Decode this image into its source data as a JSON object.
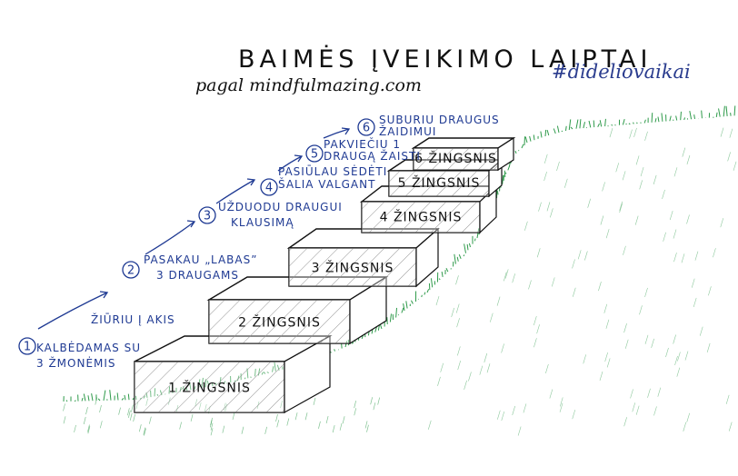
{
  "title": "BAIMĖS ĮVEIKIMO LAIPTAI",
  "subtitle": "pagal mindfulmazing.com",
  "hashtag": "#dideliovaikai",
  "colors": {
    "ink": "#111111",
    "blue_ink": "#1f3a93",
    "grass": "#2e9a4a",
    "hatch": "#555555"
  },
  "steps": [
    {
      "number": "1",
      "label": "1 ŽINGSNIS",
      "note_lines": [
        "ŽIŪRIU Į AKIS",
        "KALBĖDAMAS SU",
        "3 ŽMONĖMIS"
      ]
    },
    {
      "number": "2",
      "label": "2 ŽINGSNIS",
      "note_lines": [
        "PASAKAU „LABAS”",
        "3 DRAUGAMS"
      ]
    },
    {
      "number": "3",
      "label": "3 ŽINGSNIS",
      "note_lines": [
        "UŽDUODU DRAUGUI",
        "KLAUSIMĄ"
      ]
    },
    {
      "number": "4",
      "label": "4 ŽINGSNIS",
      "note_lines": [
        "PASIŪLAU SĖDĖTI",
        "ŠALIA VALGANT"
      ]
    },
    {
      "number": "5",
      "label": "5 ŽINGSNIS",
      "note_lines": [
        "PAKVIEČIU 1",
        "DRAUGĄ ŽAISTI"
      ]
    },
    {
      "number": "6",
      "label": "6 ŽINGSNIS",
      "note_lines": [
        "SUBURIU DRAUGUS",
        "ŽAIDIMUI"
      ]
    }
  ]
}
